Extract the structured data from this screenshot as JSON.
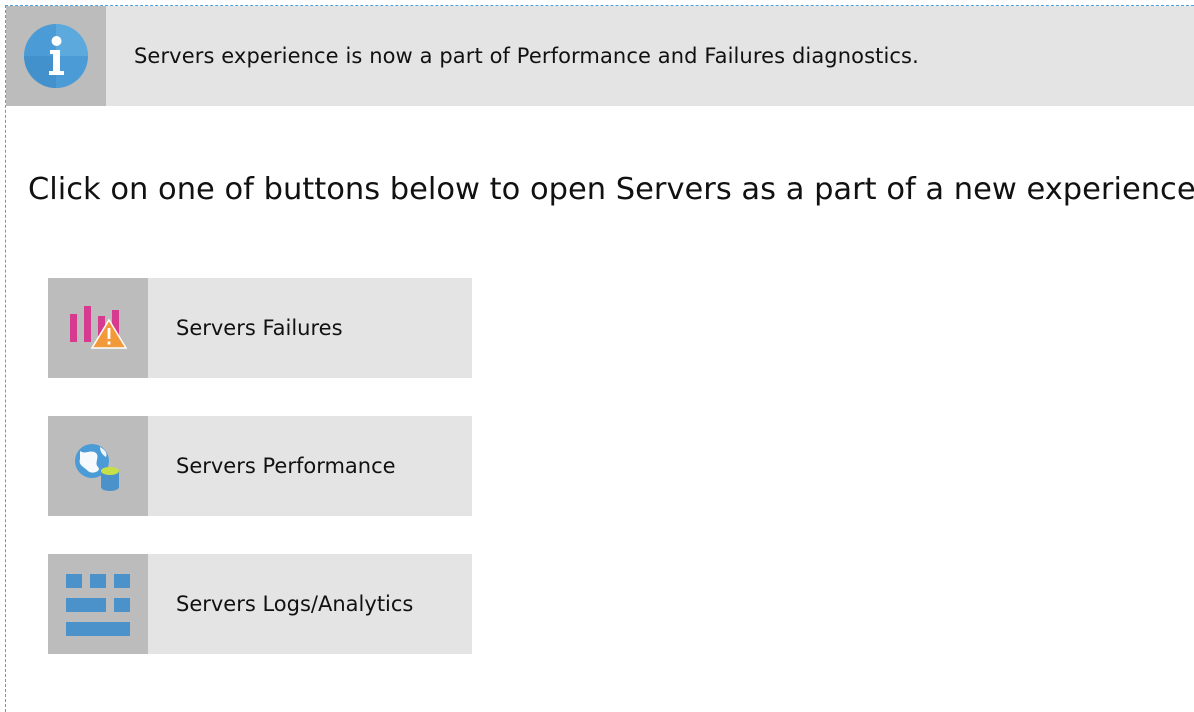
{
  "banner": {
    "icon": "info-icon",
    "message": "Servers experience is now a part of Performance and Failures diagnostics."
  },
  "headline": "Click on one of buttons below to open Servers as a part of a new experience:",
  "buttons": [
    {
      "label": "Servers Failures",
      "icon": "failures-chart-warning-icon"
    },
    {
      "label": "Servers Performance",
      "icon": "globe-database-icon"
    },
    {
      "label": "Servers Logs/Analytics",
      "icon": "logs-grid-icon"
    }
  ],
  "colors": {
    "banner_bg": "#e4e4e4",
    "icon_box_bg": "#bcbcbc",
    "info_blue": "#4a9bd6",
    "failure_magenta": "#d63b8f",
    "warning_orange": "#f29a3a",
    "logs_blue": "#4a92c9",
    "frame_dash": "#4aa3df"
  }
}
